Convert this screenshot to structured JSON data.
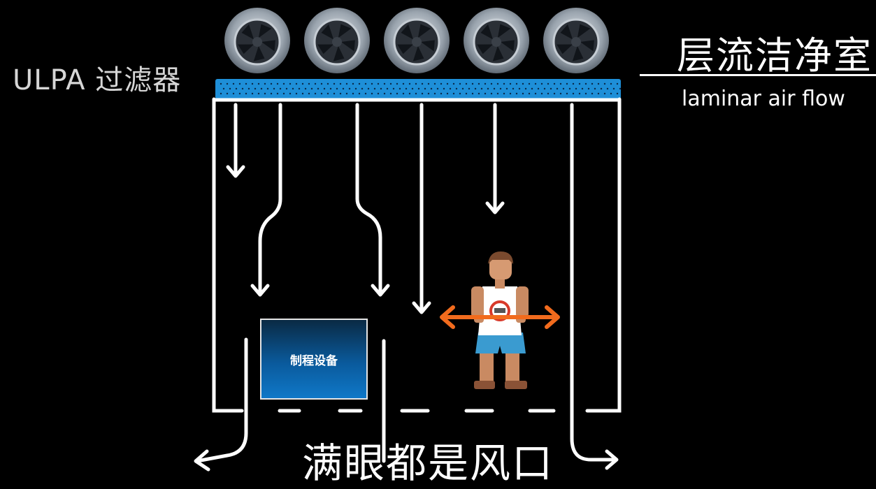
{
  "filter_label": "ULPA 过滤器",
  "title": "层流洁净室",
  "subtitle": "laminar air flow",
  "equipment_label": "制程设备",
  "caption": "满眼都是风口",
  "fan_count": 5,
  "colors": {
    "background": "#000000",
    "filter_blue": "#1e8fd8",
    "arrow_white": "#ffffff",
    "barbell_orange": "#f26b1d",
    "equipment_blue": "#0f78c8"
  },
  "icons": [
    "fan-icon",
    "person-icon",
    "barbell-icon",
    "arrow-icon"
  ]
}
